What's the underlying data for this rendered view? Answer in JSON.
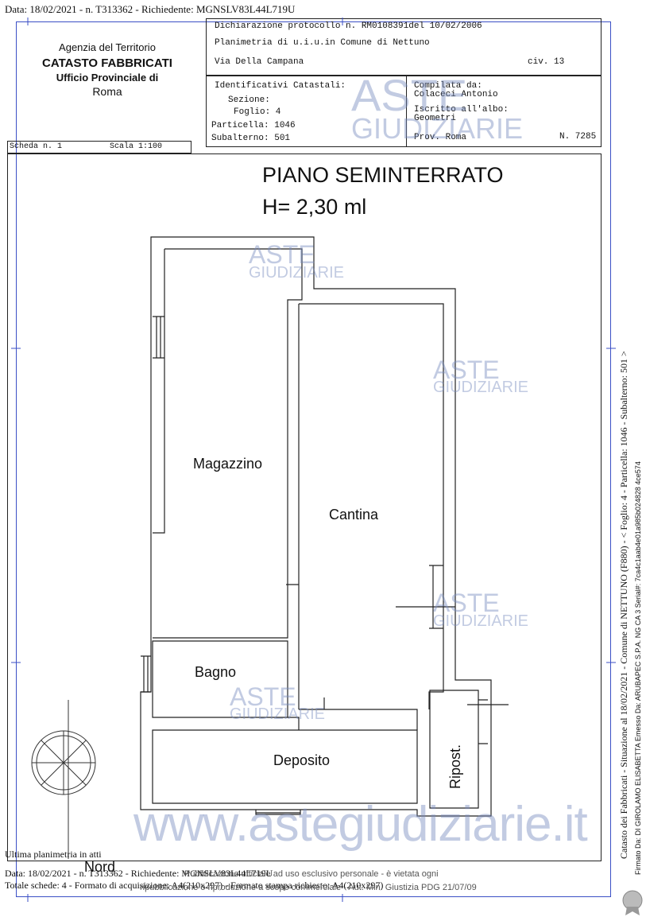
{
  "header_line": "Data: 18/02/2021 - n. T313362 - Richiedente: MGNSLV83L44L719U",
  "agency": {
    "line1": "Agenzia del Territorio",
    "line2": "CATASTO FABBRICATI",
    "line3": "Ufficio Provinciale di",
    "line4": "Roma"
  },
  "declaration": {
    "protocol": "Dichiarazione protocollo n. RM0108391del   10/02/2006",
    "planimetria": "Planimetria di u.i.u.in Comune di Nettuno",
    "address": "Via Della Campana",
    "civ": "civ. 13"
  },
  "identifiers": {
    "title": "Identificativi Catastali:",
    "sezione": "Sezione:",
    "foglio": "Foglio: 4",
    "particella": "Particella: 1046",
    "subalterno": "Subalterno: 501"
  },
  "compiled": {
    "label": "Compilata da:",
    "name": "Colaceci Antonio",
    "albo": "Iscritto all'albo:",
    "role": "Geometri",
    "prov": "Prov. Roma",
    "number": "N.  7285"
  },
  "scheda": "Scheda n. 1",
  "scala": "Scala 1:100",
  "plan": {
    "title": "PIANO SEMINTERRATO",
    "height": "H= 2,30 ml",
    "rooms": [
      "Magazzino",
      "Cantina",
      "Bagno",
      "Deposito",
      "Ripost."
    ],
    "north": "Nord"
  },
  "watermarks": {
    "aste": "ASTE",
    "giudiziarie": "GIUDIZIARIE",
    "site": "www.astegiudiziarie.it"
  },
  "footer": {
    "ultima": "Ultima planimetria in atti",
    "data_line": "Data: 18/02/2021 - n. T313362 - Richiedente: MGNSLV83L44L719U",
    "schede_line": "Totale schede: 4 - Formato di acquisizione: A4(210x297) - Formato stampa richiesto: A4(210x297)",
    "publication1": "Pubblicazione ufficiale ad uso esclusivo personale - è vietata ogni",
    "publication2": "ripubblicazione o riproduzione a scopo commerciale - Aut. Min. Giustizia PDG 21/07/09"
  },
  "side": {
    "catasto": "Catasto dei Fabbricati - Situazione al 18/02/2021 - Comune di NETTUNO (F880) - < Foglio: 4 - Particella: 1046 - Subalterno: 501 >",
    "signed": "Firmato Da: DI GIROLAMO ELISABETTA Emesso Da: ARUBAPEC S.P.A. NG CA 3 Serial#: 7ca4c1aab4e01a985b024828 4ce574"
  },
  "colors": {
    "frame_blue": "#3b4fc6",
    "watermark": "#8aa0d2"
  }
}
